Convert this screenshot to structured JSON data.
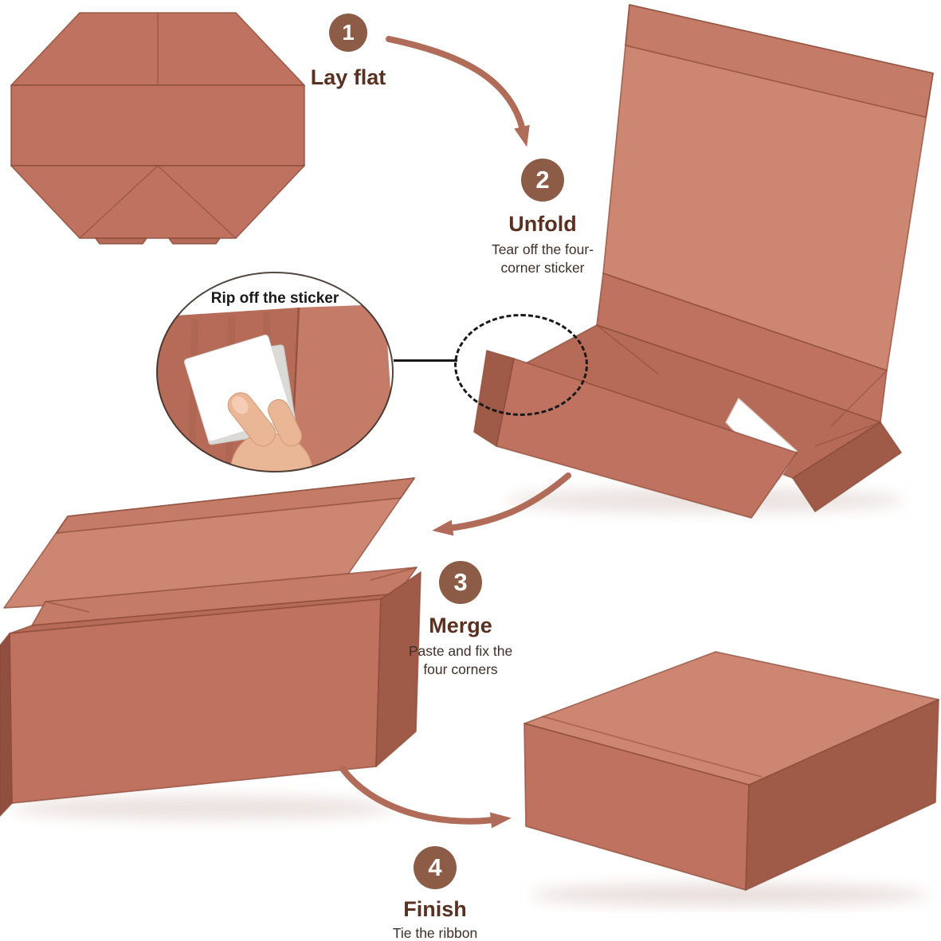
{
  "background": "#ffffff",
  "palette": {
    "box_light": "#cd8672",
    "box_midlight": "#c47b67",
    "box_base": "#bf7260",
    "box_mid": "#b56b57",
    "box_dark": "#a05b48",
    "box_darker": "#91503f",
    "box_stroke": "#8a4a38",
    "badge_bg": "#8c5c47",
    "badge_text": "#ffffff",
    "title_color": "#5a3121",
    "subtitle_color": "#3f2f28",
    "arrow_color": "#b06c58",
    "highlight_outline": "#191919",
    "hand_skin": "#e9b795",
    "sticker_white": "#ffffff"
  },
  "steps": [
    {
      "number": "1",
      "title": "Lay flat",
      "subtitle": ""
    },
    {
      "number": "2",
      "title": "Unfold",
      "subtitle": "Tear off the four-\ncorner sticker"
    },
    {
      "number": "3",
      "title": "Merge",
      "subtitle": "Paste and fix the\nfour corners"
    },
    {
      "number": "4",
      "title": "Finish",
      "subtitle": "Tie the ribbon"
    }
  ],
  "inset": {
    "caption": "Rip off the sticker"
  }
}
